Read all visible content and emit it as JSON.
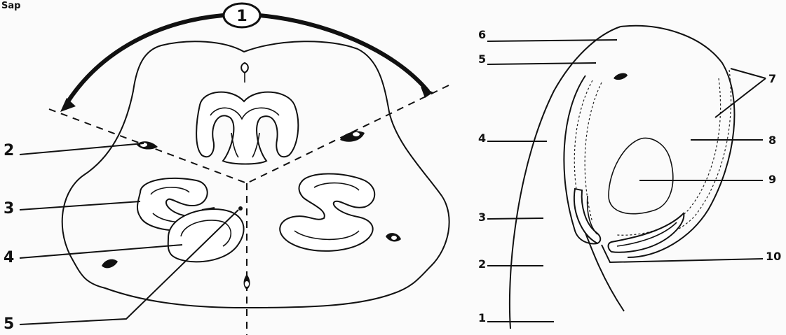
{
  "corner_text": "Sap",
  "left_diagram": {
    "top_label": "1",
    "labels": [
      "2",
      "3",
      "4",
      "5"
    ]
  },
  "right_diagram": {
    "left_labels": [
      "6",
      "5",
      "4",
      "3",
      "2",
      "1"
    ],
    "right_labels": [
      "7",
      "8",
      "9",
      "10"
    ]
  }
}
